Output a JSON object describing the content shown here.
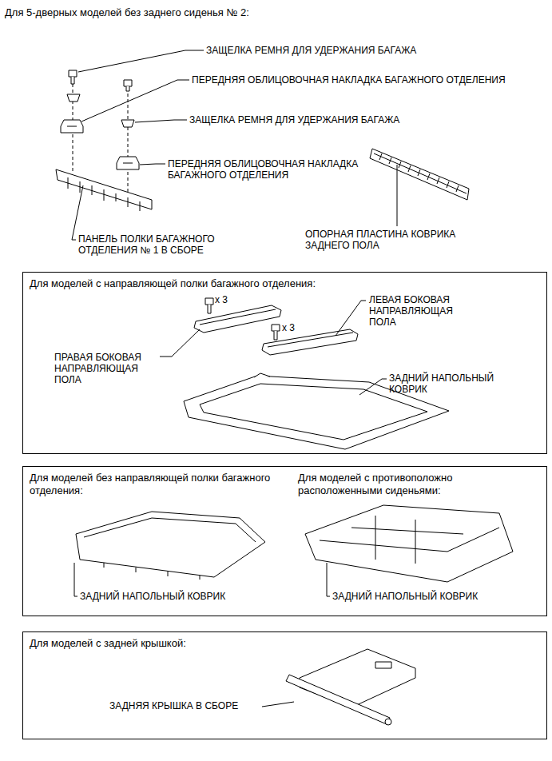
{
  "diagram": {
    "title": "Для 5-дверных моделей без заднего сиденья № 2:",
    "nodes": [
      {
        "text": [
          "Для моделей с направляющей полки багажного отделения:"
        ]
      },
      {
        "text": [
          "Для моделей без направляющей полки багажного отделения:",
          "Для моделей с противоположно расположенными сиденьями:"
        ]
      },
      {
        "text": [
          "Для моделей с задней крышкой:"
        ]
      }
    ],
    "labels": [
      "ЗАЩЕЛКА РЕМНЯ ДЛЯ УДЕРЖАНИЯ БАГАЖА",
      "ПЕРЕДНЯЯ ОБЛИЦОВОЧНАЯ НАКЛАДКА БАГАЖНОГО ОТДЕЛЕНИЯ",
      "ЗАЩЕЛКА РЕМНЯ ДЛЯ УДЕРЖАНИЯ БАГАЖА",
      "ПЕРЕДНЯЯ ОБЛИЦОВОЧНАЯ НАКЛАДКА БАГАЖНОГО ОТДЕЛЕНИЯ",
      "ПАНЕЛЬ ПОЛКИ БАГАЖНОГО ОТДЕЛЕНИЯ № 1 В СБОРЕ",
      "ОПОРНАЯ ПЛАСТИНА КОВРИКА ЗАДНЕГО ПОЛА",
      "x 3",
      "ПРАВАЯ БОКОВАЯ НАПРАВЛЯЮЩАЯ ПОЛА",
      "x 3",
      "ЛЕВАЯ БОКОВАЯ НАПРАВЛЯЮЩАЯ ПОЛА",
      "ЗАДНИЙ НАПОЛЬНЫЙ КОВРИК",
      "ЗАДНИЙ НАПОЛЬНЫЙ КОВРИК",
      "ЗАДНИЙ НАПОЛЬНЫЙ КОВРИК",
      "ЗАДНЯЯ КРЫШКА В СБОРЕ"
    ]
  }
}
